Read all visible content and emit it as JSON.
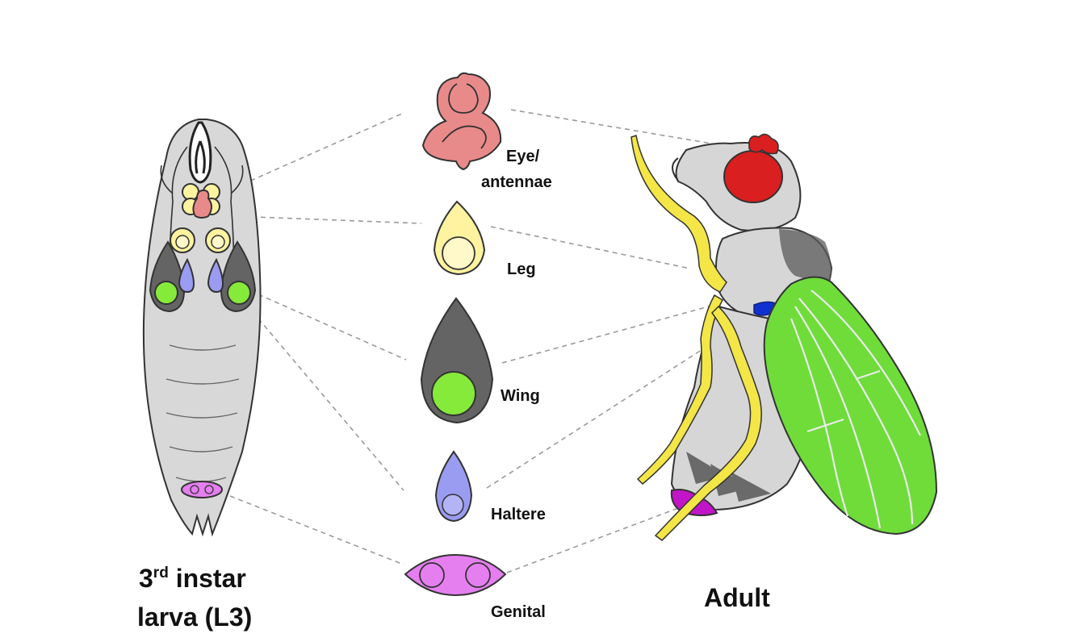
{
  "colors": {
    "eye_antenna": "#e98a8a",
    "leg": "#fff3a0",
    "wing_outer": "#646464",
    "wing_pouch": "#86ea3a",
    "haltere": "#9a9cf2",
    "genital": "#e57ff0",
    "adult_eye": "#d91f1f",
    "adult_leg": "#f3e646",
    "adult_wing": "#6fdc3a",
    "adult_haltere": "#1030d0",
    "adult_genital": "#c214c8",
    "body_gray": "#d6d6d6"
  },
  "labels": {
    "eye": [
      "Eye/",
      "antennae"
    ],
    "leg": "Leg",
    "wing": "Wing",
    "haltere": "Haltere",
    "genital": "Genital",
    "larva_prefix": "3",
    "larva_sup": "rd",
    "larva_suffix": " instar",
    "larva_line2": "larva (L3)",
    "adult": "Adult"
  }
}
